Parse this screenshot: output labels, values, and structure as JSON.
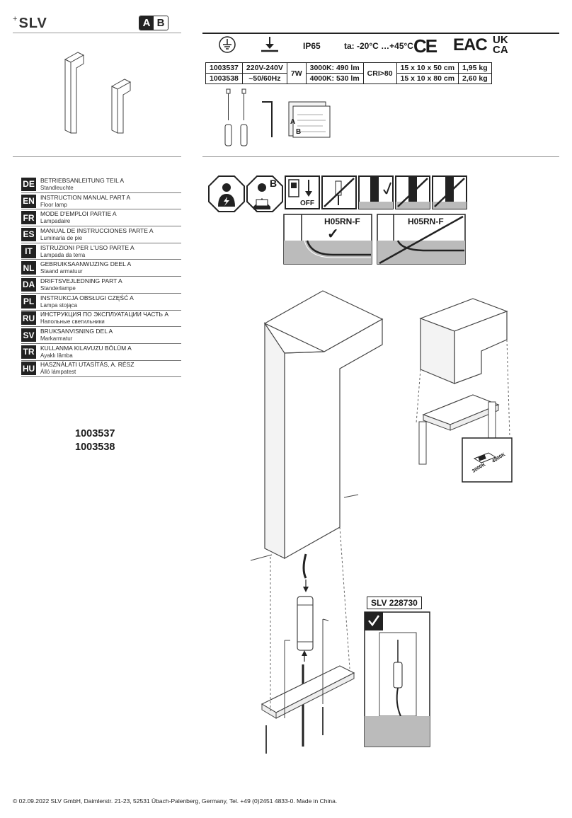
{
  "brand": {
    "name": "SLV",
    "part_a": "A",
    "part_b": "B"
  },
  "specs": {
    "ip": "IP65",
    "temp": "ta: -20°C …+45°C",
    "ce": "CE",
    "eac": "EAC",
    "ukca_top": "UK",
    "ukca_bottom": "CA",
    "rows": [
      {
        "article": "1003537",
        "size": "15 x 10 x 50 cm",
        "weight": "1,95 kg",
        "lumen": "3000K: 490 lm"
      },
      {
        "article": "1003538",
        "size": "15 x 10 x 80 cm",
        "weight": "2,60 kg",
        "lumen": "4000K: 530 lm"
      }
    ],
    "voltage": "220V-240V",
    "frequency": "~50/60Hz",
    "power": "7W",
    "cri": "CRI>80"
  },
  "languages": [
    {
      "code": "DE",
      "title": "BETRIEBSANLEITUNG TEIL A",
      "sub": "Standleuchte"
    },
    {
      "code": "EN",
      "title": "INSTRUCTION MANUAL PART A",
      "sub": "Floor lamp"
    },
    {
      "code": "FR",
      "title": "MODE D'EMPLOI PARTIE A",
      "sub": "Lampadaire"
    },
    {
      "code": "ES",
      "title": "MANUAL DE INSTRUCCIONES PARTE A",
      "sub": "Luminaria de pie"
    },
    {
      "code": "IT",
      "title": "ISTRUZIONI PER L'USO PARTE A",
      "sub": "Lampada da terra"
    },
    {
      "code": "NL",
      "title": "GEBRUIKSAANWIJZING DEEL A",
      "sub": "Staand armatuur"
    },
    {
      "code": "DA",
      "title": "DRIFTSVEJLEDNING PART A",
      "sub": "Standerlampe"
    },
    {
      "code": "PL",
      "title": "INSTRUKCJA OBSŁUGI CZĘŚĆ A",
      "sub": "Lampa stojąca"
    },
    {
      "code": "RU",
      "title": "ИНСТРУКЦИЯ ПО ЭКСПЛУАТАЦИИ ЧАСТЬ А",
      "sub": "Напольные светильники"
    },
    {
      "code": "SV",
      "title": "BRUKSANVISNING DEL A",
      "sub": "Markarmatur"
    },
    {
      "code": "TR",
      "title": "KULLANMA KILAVUZU BÖLÜM A",
      "sub": "Ayaklı lâmba"
    },
    {
      "code": "HU",
      "title": "HASZNÁLATI UTASÍTÁS, A. RÉSZ",
      "sub": "Álló lámpatest"
    }
  ],
  "article_numbers": [
    "1003537",
    "1003538"
  ],
  "safety": {
    "off_label": "OFF",
    "book_letter": "B",
    "cable_type": "H05RN-F",
    "check": "✓"
  },
  "kit_letters": {
    "a": "A",
    "b": "B"
  },
  "color_switch": {
    "warm": "3000K",
    "cool": "4000K"
  },
  "accessory": "SLV 228730",
  "footer": "© 02.09.2022 SLV GmbH, Daimlerstr. 21-23, 52531 Übach-Palenberg, Germany, Tel. +49 (0)2451 4833-0. Made in China."
}
